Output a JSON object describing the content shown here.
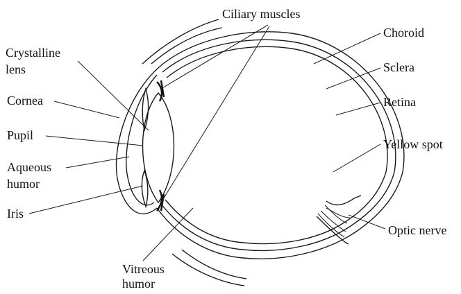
{
  "labels": {
    "ciliary_muscles": "Ciliary muscles",
    "choroid": "Choroid",
    "sclera": "Sclera",
    "retina": "Retina",
    "yellow_spot": "Yellow spot",
    "optic_nerve": "Optic nerve",
    "crystalline_lens_1": "Crystalline",
    "crystalline_lens_2": "lens",
    "cornea": "Cornea",
    "pupil": "Pupil",
    "aqueous_humor_1": "Aqueous",
    "aqueous_humor_2": "humor",
    "iris": "Iris",
    "vitreous_humor_1": "Vitreous",
    "vitreous_humor_2": "humor"
  },
  "colors": {
    "line": "#1a1a1a",
    "text": "#111111",
    "background": "#ffffff"
  }
}
